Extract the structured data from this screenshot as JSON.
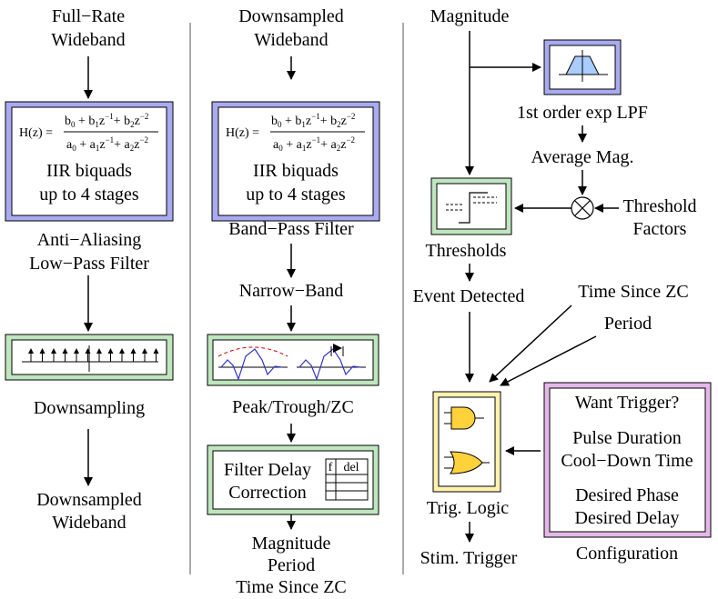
{
  "colors": {
    "blue_fill": "#aaaaf0",
    "green_fill": "#bfe6bf",
    "yellow_fill": "#fff2b0",
    "purple_fill": "#e3b8e8",
    "plot_blue": "#3333cc",
    "plot_red": "#cc0000",
    "gate_fill": "#ffd23c"
  },
  "column1": {
    "input_line1": "Full−Rate",
    "input_line2": "Wideband",
    "equation_lhs": "H(z) =",
    "biquad_line1": "IIR biquads",
    "biquad_line2": "up to 4 stages",
    "filter_line1": "Anti−Aliasing",
    "filter_line2": "Low−Pass Filter",
    "downsampling": "Downsampling",
    "output_line1": "Downsampled",
    "output_line2": "Wideband"
  },
  "column2": {
    "input_line1": "Downsampled",
    "input_line2": "Wideband",
    "equation_lhs": "H(z) =",
    "biquad_line1": "IIR biquads",
    "biquad_line2": "up to 4 stages",
    "bandpass": "Band−Pass Filter",
    "narrowband": "Narrow−Band",
    "peak": "Peak/Trough/ZC",
    "delay_line1": "Filter Delay",
    "delay_line2": "Correction",
    "table_col1": "f",
    "table_col2": "del",
    "output_line1": "Magnitude",
    "output_line2": "Period",
    "output_line3": "Time Since ZC"
  },
  "column3": {
    "magnitude": "Magnitude",
    "lpf": "1st order exp LPF",
    "avg_mag": "Average Mag.",
    "threshold_factors_line1": "Threshold",
    "threshold_factors_line2": "Factors",
    "thresholds": "Thresholds",
    "event_detected": "Event Detected",
    "time_since_zc": "Time Since ZC",
    "period": "Period",
    "trig_logic": "Trig. Logic",
    "stim_trigger": "Stim. Trigger",
    "config_want": "Want Trigger?",
    "config_pulse": "Pulse Duration",
    "config_cooldown": "Cool−Down Time",
    "config_phase": "Desired Phase",
    "config_delay": "Desired Delay",
    "configuration": "Configuration"
  }
}
